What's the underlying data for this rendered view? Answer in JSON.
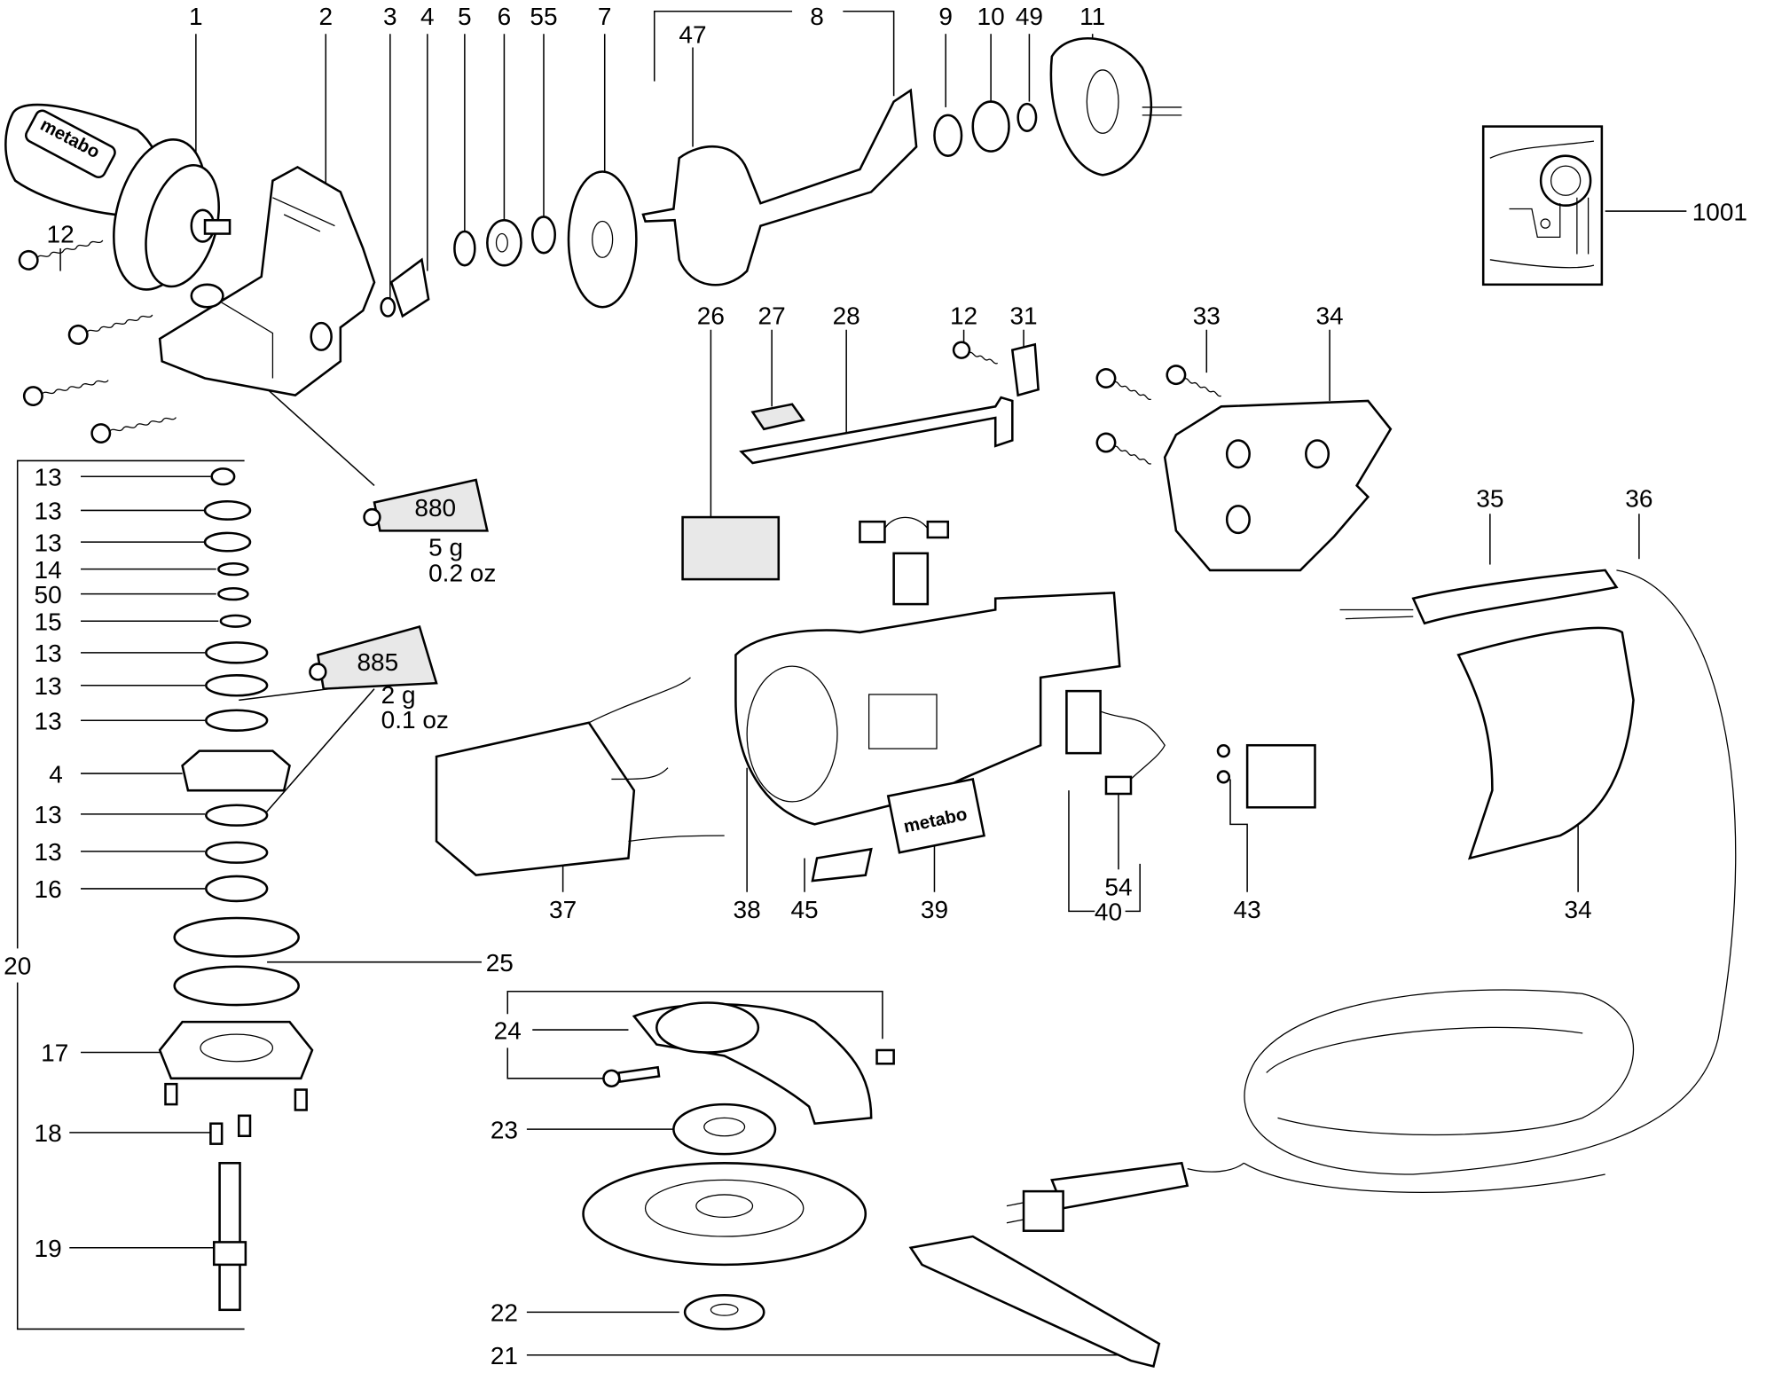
{
  "title": "Angle grinder exploded parts diagram",
  "labels": {
    "p1": "1",
    "p2": "2",
    "p3": "3",
    "p4": "4",
    "p5": "5",
    "p6": "6",
    "p55": "55",
    "p7": "7",
    "p8": "8",
    "p47": "47",
    "p9": "9",
    "p10": "10",
    "p49": "49",
    "p11": "11",
    "p1001": "1001",
    "p12a": "12",
    "p26": "26",
    "p27": "27",
    "p28": "28",
    "p12b": "12",
    "p31": "31",
    "p33": "33",
    "p34a": "34",
    "p35": "35",
    "p36": "36",
    "c13a": "13",
    "c13b": "13",
    "c13c": "13",
    "c14": "14",
    "c50": "50",
    "c15": "15",
    "c13d": "13",
    "c13e": "13",
    "c13f": "13",
    "c4": "4",
    "c13g": "13",
    "c13h": "13",
    "c16": "16",
    "p20": "20",
    "p25": "25",
    "p17": "17",
    "p18": "18",
    "p19": "19",
    "p22": "22",
    "p21": "21",
    "p24": "24",
    "p23": "23",
    "p37": "37",
    "p38": "38",
    "p45": "45",
    "p39": "39",
    "p40": "40",
    "p54": "54",
    "p43": "43",
    "p34b": "34"
  },
  "grease": [
    {
      "code": "880",
      "weight_g": "5 g",
      "weight_oz": "0.2 oz"
    },
    {
      "code": "885",
      "weight_g": "2 g",
      "weight_oz": "0.1 oz"
    }
  ],
  "logo_text": "metabo"
}
